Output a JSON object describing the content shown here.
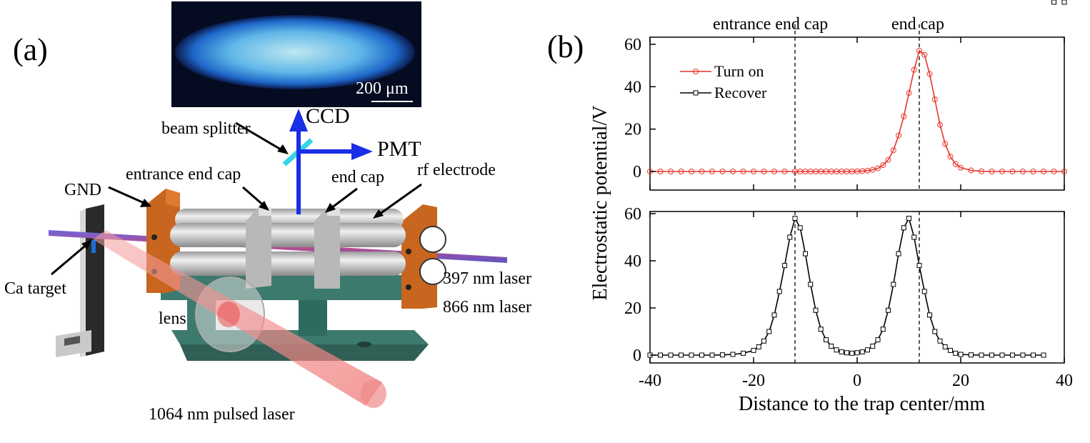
{
  "panel_a": {
    "label": "(a)",
    "scale_bar": "200 μm",
    "labels": {
      "ccd": "CCD",
      "pmt": "PMT",
      "beam_splitter": "beam splitter",
      "entrance_end_cap": "entrance end cap",
      "end_cap": "end cap",
      "rf_electrode": "rf electrode",
      "gnd": "GND",
      "ca_target": "Ca target",
      "lens": "lens",
      "laser_397": "397 nm laser",
      "laser_866": "866 nm laser",
      "pulsed_laser": "1064 nm pulsed laser"
    },
    "colors": {
      "ion_crystal": "#7ec8f0",
      "arrow": "#1a2ee6",
      "end_plate": "#c8651e",
      "base": "#3d7a6e",
      "rod": "#d6d6d6",
      "beam": "#f08080"
    }
  },
  "panel_b": {
    "label": "(b)",
    "top_markers": {
      "left": "entrance end cap",
      "right": "end cap"
    }
  },
  "chart_data": {
    "type": "line",
    "xlabel": "Distance to the trap center/mm",
    "ylabel": "Electrostatic potential/V",
    "xlim": [
      -40,
      40
    ],
    "xticks": [
      -40,
      -20,
      0,
      20,
      40
    ],
    "ylim": [
      0,
      60
    ],
    "yticks": [
      0,
      20,
      40,
      60
    ],
    "vlines_x": [
      -12,
      12
    ],
    "subplots": [
      {
        "name": "top",
        "series": [
          {
            "name": "Turn on",
            "marker": "circle",
            "color": "#e8352b",
            "x": [
              -40,
              -38,
              -36,
              -34,
              -32,
              -30,
              -28,
              -26,
              -24,
              -22,
              -20,
              -18,
              -16,
              -14,
              -12,
              -11,
              -10,
              -9,
              -8,
              -7,
              -6,
              -5,
              -4,
              -3,
              -2,
              -1,
              0,
              1,
              2,
              3,
              4,
              5,
              6,
              7,
              8,
              9,
              10,
              11,
              12,
              13,
              14,
              15,
              16,
              17,
              18,
              19,
              20,
              22,
              24,
              26,
              28,
              30,
              32,
              34,
              36,
              38,
              40
            ],
            "y": [
              0,
              0,
              0,
              0,
              0,
              0,
              0,
              0,
              0,
              0,
              0,
              0,
              0,
              0,
              0,
              0,
              0,
              0,
              0,
              0,
              0,
              0,
              0,
              0,
              0,
              0,
              0.1,
              0.2,
              0.4,
              0.8,
              1.5,
              3,
              5.5,
              10,
              17,
              26,
              37,
              48,
              57,
              55,
              46,
              34,
              22,
              13,
              7,
              3.5,
              1.8,
              0.5,
              0.1,
              0,
              0,
              0,
              0,
              0,
              0,
              0,
              0
            ]
          }
        ]
      },
      {
        "name": "bottom",
        "series": [
          {
            "name": "Recover",
            "marker": "square",
            "color": "#000000",
            "x": [
              -40,
              -38,
              -36,
              -34,
              -32,
              -30,
              -28,
              -26,
              -24,
              -22,
              -20,
              -19,
              -18,
              -17,
              -16,
              -15,
              -14,
              -13,
              -12,
              -11,
              -10,
              -9,
              -8,
              -7,
              -6,
              -5,
              -4,
              -3,
              -2,
              -1,
              0,
              1,
              2,
              3,
              4,
              5,
              6,
              7,
              8,
              9,
              10,
              11,
              12,
              13,
              14,
              15,
              16,
              17,
              18,
              19,
              20,
              22,
              24,
              26,
              28,
              30,
              32,
              34,
              36,
              38,
              40
            ],
            "y": [
              0,
              0,
              0,
              0,
              0,
              0,
              0,
              0.1,
              0.3,
              0.8,
              2,
              3.5,
              6,
              10,
              17,
              27,
              38,
              50,
              58,
              54,
              43,
              30,
              19,
              11,
              6.5,
              3.8,
              2.2,
              1.4,
              1,
              0.8,
              1,
              1.4,
              2.2,
              3.8,
              6.5,
              11,
              19,
              30,
              43,
              54,
              58,
              50,
              38,
              27,
              17,
              10,
              6,
              3.5,
              2,
              0.8,
              0.3,
              0.1,
              0,
              0,
              0,
              0,
              0,
              0,
              0
            ]
          }
        ]
      }
    ]
  }
}
